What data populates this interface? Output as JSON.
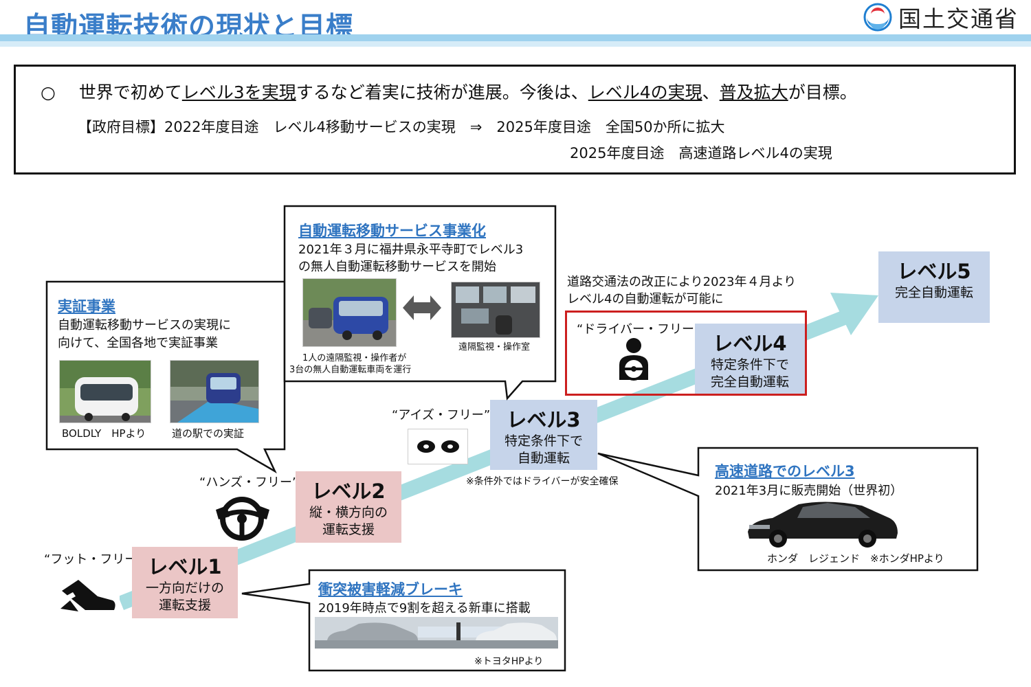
{
  "header": {
    "title": "自動運転技術の現状と目標",
    "org_name": "国土交通省",
    "logo_icon": "mlit-logo-icon"
  },
  "summary": {
    "bullet": "○",
    "line1_a": "世界で初めて",
    "line1_b": "レベル3を実現",
    "line1_c": "するなど着実に技術が進展。今後は、",
    "line1_d": "レベル4の実現",
    "line1_e": "、",
    "line1_f": "普及拡大",
    "line1_g": "が目標。",
    "line2": "【政府目標】2022年度目途　レベル4移動サービスの実現　⇒　2025年度目途　全国50か所に拡大",
    "line3": "2025年度目途　高速道路レベル4の実現"
  },
  "levels": [
    {
      "title": "レベル1",
      "desc1": "一方向だけの",
      "desc2": "運転支援",
      "quote": "“フット・フリー”"
    },
    {
      "title": "レベル2",
      "desc1": "縦・横方向の",
      "desc2": "運転支援",
      "quote": "“ハンズ・フリー”"
    },
    {
      "title": "レベル3",
      "desc1": "特定条件下で",
      "desc2": "自動運転",
      "quote": "“アイズ・フリー”",
      "note": "※条件外ではドライバーが安全確保"
    },
    {
      "title": "レベル4",
      "desc1": "特定条件下で",
      "desc2": "完全自動運転",
      "quote": "“ドライバー・フリー”"
    },
    {
      "title": "レベル5",
      "desc1": "完全自動運転",
      "desc2": ""
    }
  ],
  "law_note": {
    "line1": "道路交通法の改正により2023年４月より",
    "line2": "レベル4の自動運転が可能に"
  },
  "callouts": {
    "demo": {
      "title": "実証事業",
      "line1": "自動運転移動サービスの実現に",
      "line2": "向けて、全国各地で実証事業",
      "cap1": "BOLDLY　HPより",
      "cap2": "道の駅での実証"
    },
    "service": {
      "title": "自動運転移動サービス事業化",
      "line1": "2021年３月に福井県永平寺町でレベル3",
      "line2": "の無人自動運転移動サービスを開始",
      "cap1a": "1人の遠隔監視・操作者が",
      "cap1b": "3台の無人自動運転車両を運行",
      "cap2": "遠隔監視・操作室"
    },
    "highway": {
      "title": "高速道路でのレベル3",
      "line1": "2021年3月に販売開始（世界初）",
      "cap": "ホンダ　レジェンド　※ホンダHPより"
    },
    "brake": {
      "title": "衝突被害軽減ブレーキ",
      "line1": "2019年時点で9割を超える新車に搭載",
      "cap": "※トヨタHPより"
    }
  },
  "colors": {
    "title_blue": "#3a7ec9",
    "link_blue": "#2f74c0",
    "arrow": "#a6dce0",
    "pink_box": "#ebc6c6",
    "blue_box": "#c6d4ea",
    "level4_border": "#cc1f1f"
  }
}
